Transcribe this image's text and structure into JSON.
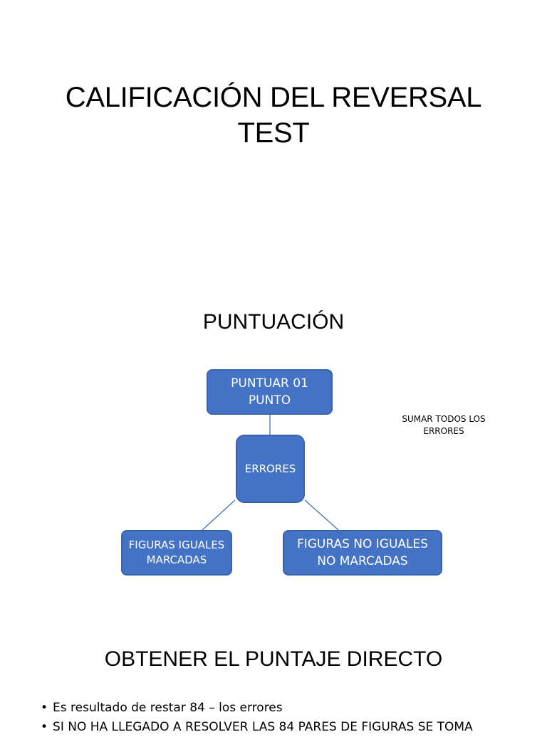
{
  "slide": {
    "title_line1": "CALIFICACIÓN DEL REVERSAL",
    "title_line2": "TEST"
  },
  "puntuacion": {
    "title": "PUNTUACIÓN",
    "boxes": {
      "puntuar_line1": "PUNTUAR 01",
      "puntuar_line2": "PUNTO",
      "errores": "ERRORES",
      "iguales_line1": "FIGURAS IGUALES",
      "iguales_line2": "MARCADAS",
      "no_iguales_line1": "FIGURAS NO IGUALES",
      "no_iguales_line2": "NO MARCADAS"
    },
    "note_line1": "SUMAR TODOS LOS",
    "note_line2": "ERRORES"
  },
  "obtener": {
    "title": "OBTENER EL PUNTAJE DIRECTO",
    "bullets": [
      "Es resultado de restar 84 – los errores",
      "SI NO HA LLEGADO A RESOLVER LAS 84 PARES DE FIGURAS SE TOMA"
    ]
  },
  "colors": {
    "box_fill": "#4472c4",
    "box_border": "#3a63ad",
    "connector": "#4472c4"
  }
}
